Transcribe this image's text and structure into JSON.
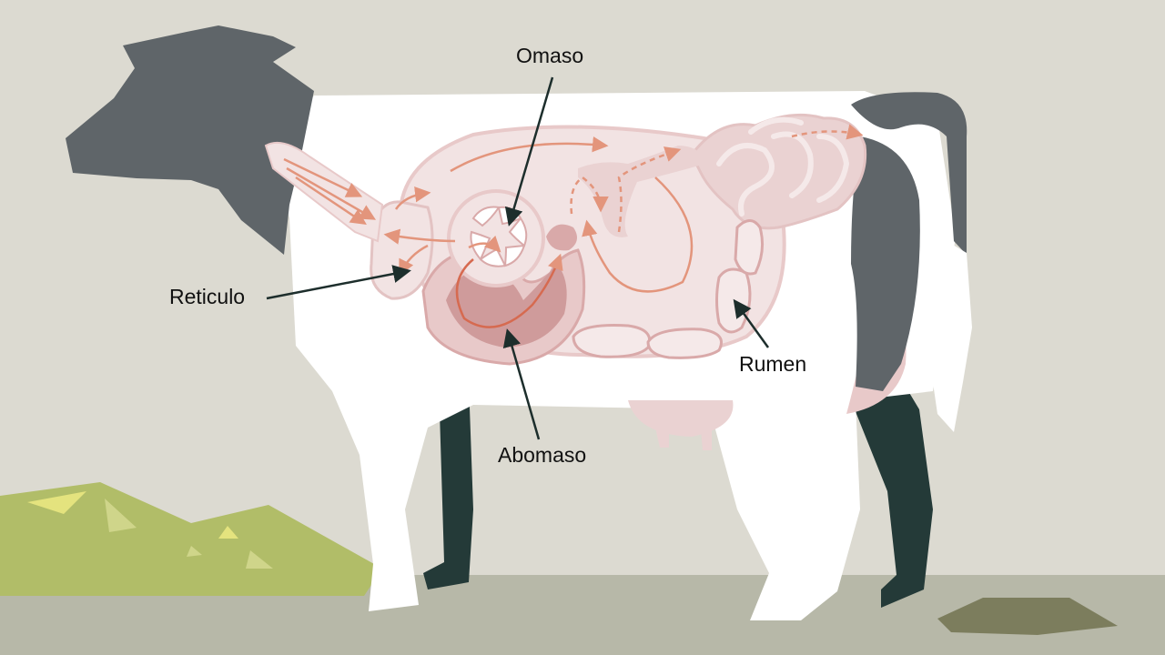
{
  "labels": {
    "omaso": "Omaso",
    "reticulo": "Reticulo",
    "abomaso": "Abomaso",
    "rumen": "Rumen"
  },
  "colors": {
    "background": "#dcdad1",
    "ground": "#b7b8a8",
    "grass": "#b1bd68",
    "cow_body": "#ffffff",
    "cow_dark_patch": "#5f6569",
    "cow_legs": "#243a38",
    "organ_light": "#f2e3e3",
    "organ_mid": "#e8c9c9",
    "organ_dark": "#cf9b9b",
    "flow_arrow": "#e3957c",
    "leader_line": "#1d2e2c"
  }
}
